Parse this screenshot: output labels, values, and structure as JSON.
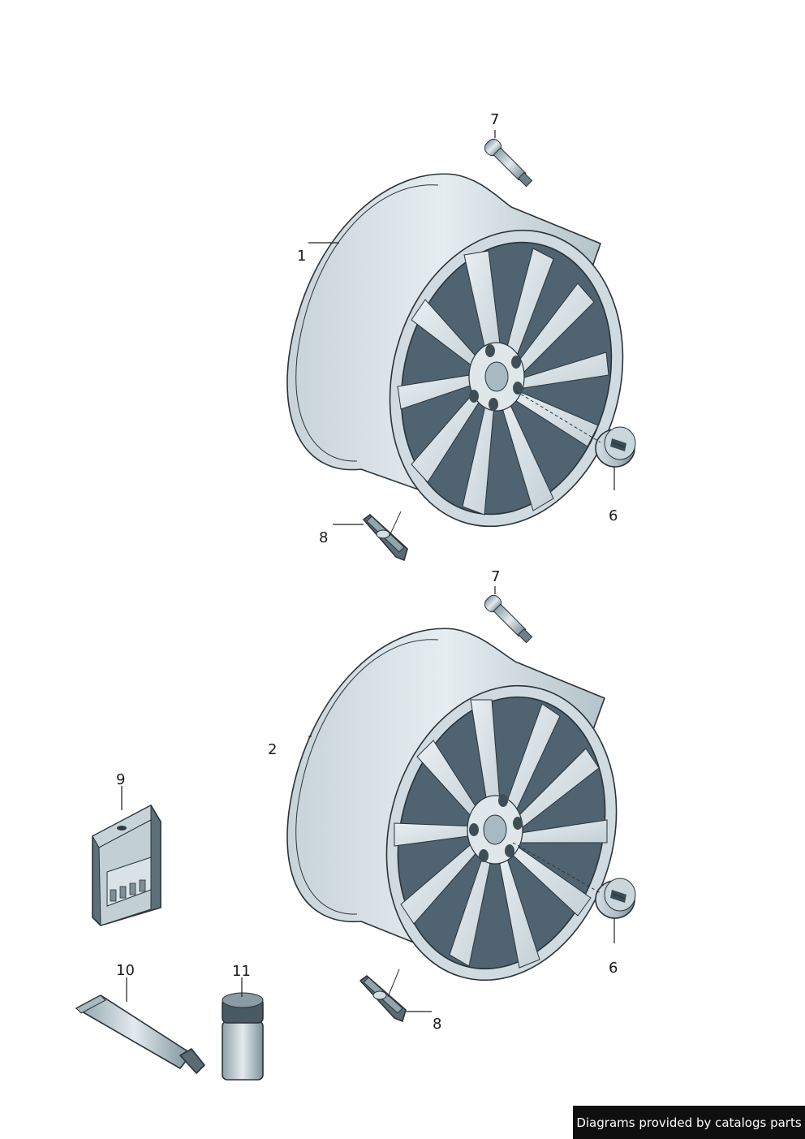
{
  "callouts": {
    "wheel_top": "1",
    "wheel_bottom": "2",
    "cap_top": "6",
    "cap_bottom": "6",
    "valve_top": "7",
    "valve_bottom": "7",
    "sensor_top": "8",
    "sensor_bottom": "8",
    "bag": "9",
    "tube": "10",
    "can": "11"
  },
  "footer": {
    "text": "Diagrams provided by catalogs parts"
  },
  "colors": {
    "rim_light": "#dde6ea",
    "rim_mid": "#b9c8cf",
    "rim_dark": "#5c7480",
    "part_dark": "#4a5a63",
    "footer_bg": "#0f0f0f"
  }
}
